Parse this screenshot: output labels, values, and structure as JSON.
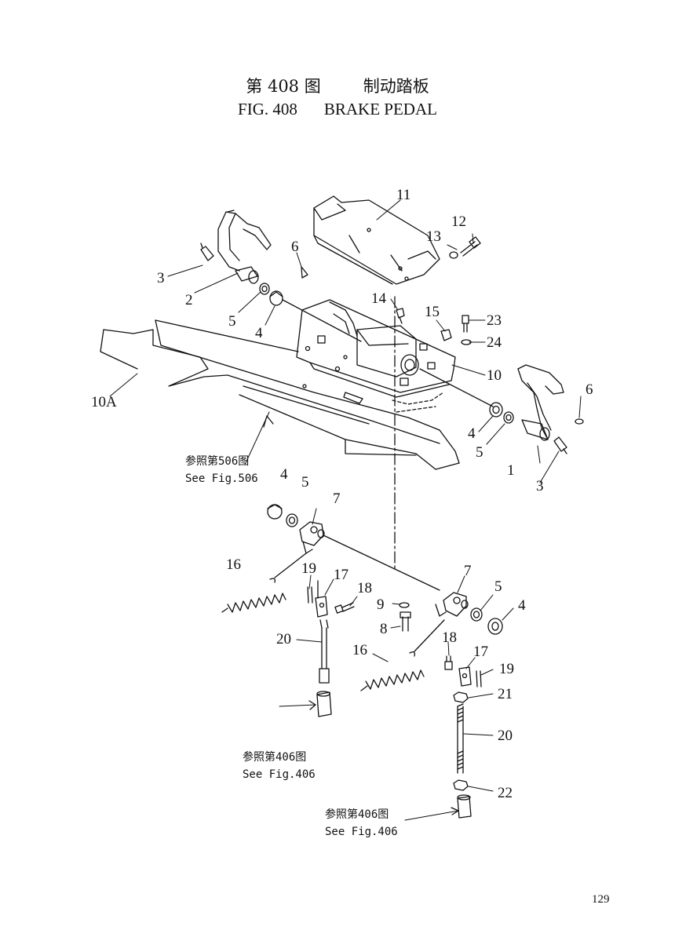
{
  "header": {
    "fig_cn": "第 408 图",
    "title_cn": "制动踏板",
    "fig_en": "FIG. 408",
    "title_en": "BRAKE PEDAL"
  },
  "part_labels": [
    "1",
    "2",
    "3",
    "3",
    "4",
    "4",
    "4",
    "4",
    "5",
    "5",
    "5",
    "5",
    "6",
    "6",
    "7",
    "7",
    "8",
    "9",
    "10",
    "10A",
    "11",
    "12",
    "13",
    "14",
    "15",
    "16",
    "16",
    "17",
    "17",
    "18",
    "18",
    "19",
    "19",
    "20",
    "20",
    "21",
    "22",
    "23",
    "24"
  ],
  "references": [
    {
      "cn": "参照第506图",
      "en": "See Fig.506"
    },
    {
      "cn": "参照第406图",
      "en": "See Fig.406"
    },
    {
      "cn": "参照第406图",
      "en": "See Fig.406"
    }
  ],
  "page_number": "129"
}
